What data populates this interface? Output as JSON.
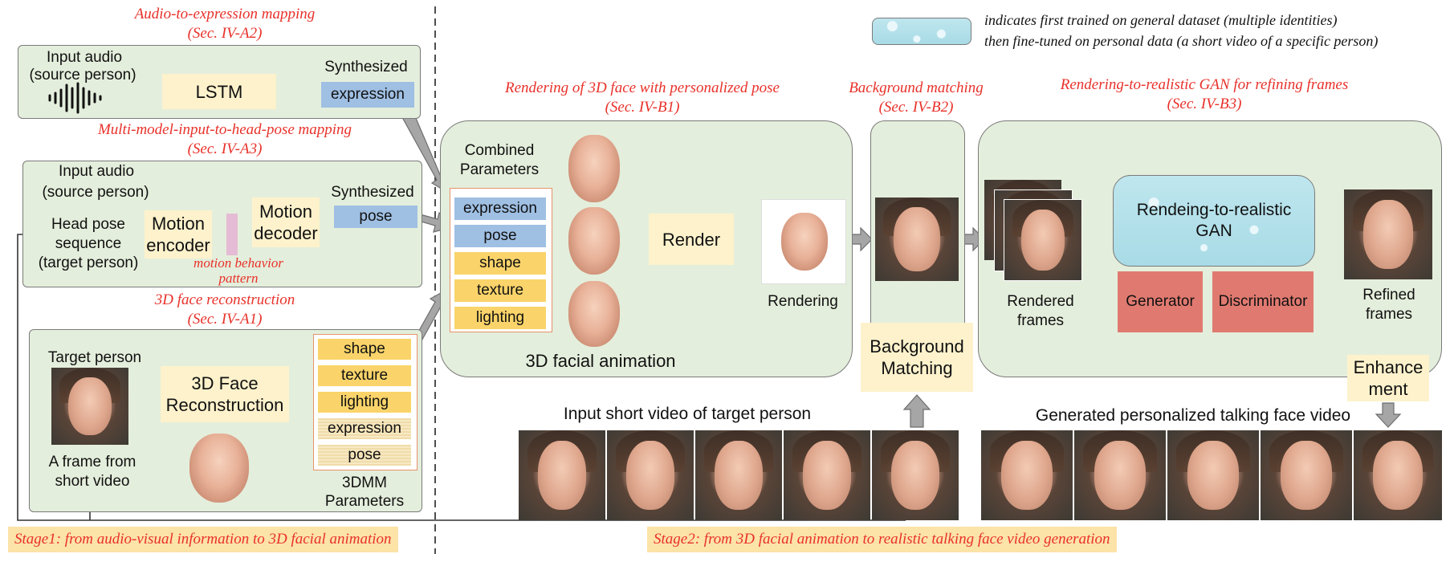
{
  "legend": {
    "line1": "indicates first trained on general dataset (multiple identities)",
    "line2": "then fine-tuned on personal data (a short video of a specific person)"
  },
  "sections": {
    "audio_expr": {
      "title": "Audio-to-expression mapping",
      "ref": "(Sec. IV-A2)"
    },
    "head_pose": {
      "title": "Multi-model-input-to-head-pose mapping",
      "ref": "(Sec. IV-A3)"
    },
    "recon": {
      "title": "3D face reconstruction",
      "ref": "(Sec. IV-A1)"
    },
    "render3d": {
      "title": "Rendering of 3D face with personalized pose",
      "ref": "(Sec. IV-B1)"
    },
    "bgmatch": {
      "title": "Background matching",
      "ref": "(Sec. IV-B2)"
    },
    "gan": {
      "title": "Rendering-to-realistic GAN for refining frames",
      "ref": "(Sec. IV-B3)"
    }
  },
  "panel1": {
    "input_audio": "Input audio",
    "source_person": "(source person)",
    "lstm": "LSTM",
    "synthesized": "Synthesized",
    "expression": "expression"
  },
  "panel2": {
    "input_audio": "Input audio",
    "source_person": "(source person)",
    "head_pose_1": "Head pose",
    "head_pose_2": "sequence",
    "head_pose_3": "(target person)",
    "motion_encoder_1": "Motion",
    "motion_encoder_2": "encoder",
    "motion_decoder_1": "Motion",
    "motion_decoder_2": "decoder",
    "behavior_1": "motion behavior",
    "behavior_2": "pattern",
    "synthesized": "Synthesized",
    "pose": "pose"
  },
  "panel3": {
    "target_person": "Target person",
    "frame_1": "A frame from",
    "frame_2": "short video",
    "recon_1": "3D Face",
    "recon_2": "Reconstruction",
    "params": [
      "shape",
      "texture",
      "lighting",
      "expression",
      "pose"
    ],
    "params_label_1": "3DMM",
    "params_label_2": "Parameters"
  },
  "animation": {
    "combined_1": "Combined",
    "combined_2": "Parameters",
    "params": [
      "expression",
      "pose",
      "shape",
      "texture",
      "lighting"
    ],
    "render": "Render",
    "rendering": "Rendering",
    "label": "3D facial animation"
  },
  "background": {
    "label_1": "Background",
    "label_2": "Matching"
  },
  "gan_panel": {
    "rendered_1": "Rendered",
    "rendered_2": "frames",
    "gan_1": "Rendeing-to-realistic",
    "gan_2": "GAN",
    "generator": "Generator",
    "discriminator": "Discriminator",
    "refined_1": "Refined",
    "refined_2": "frames",
    "enhance_1": "Enhance",
    "enhance_2": "ment"
  },
  "videos": {
    "input_label": "Input short video of target person",
    "output_label": "Generated personalized talking face video"
  },
  "stages": {
    "stage1": "Stage1: from audio-visual information to 3D facial animation",
    "stage2": "Stage2: from 3D facial animation to realistic talking face video generation"
  },
  "colors": {
    "panel_bg": "#e4eedc",
    "yellow_box": "#fdf2cc",
    "blue_box": "#9fbfe3",
    "gold_box": "#fad46a",
    "salmon_box": "#e07a70",
    "title_red": "#e8312a"
  }
}
